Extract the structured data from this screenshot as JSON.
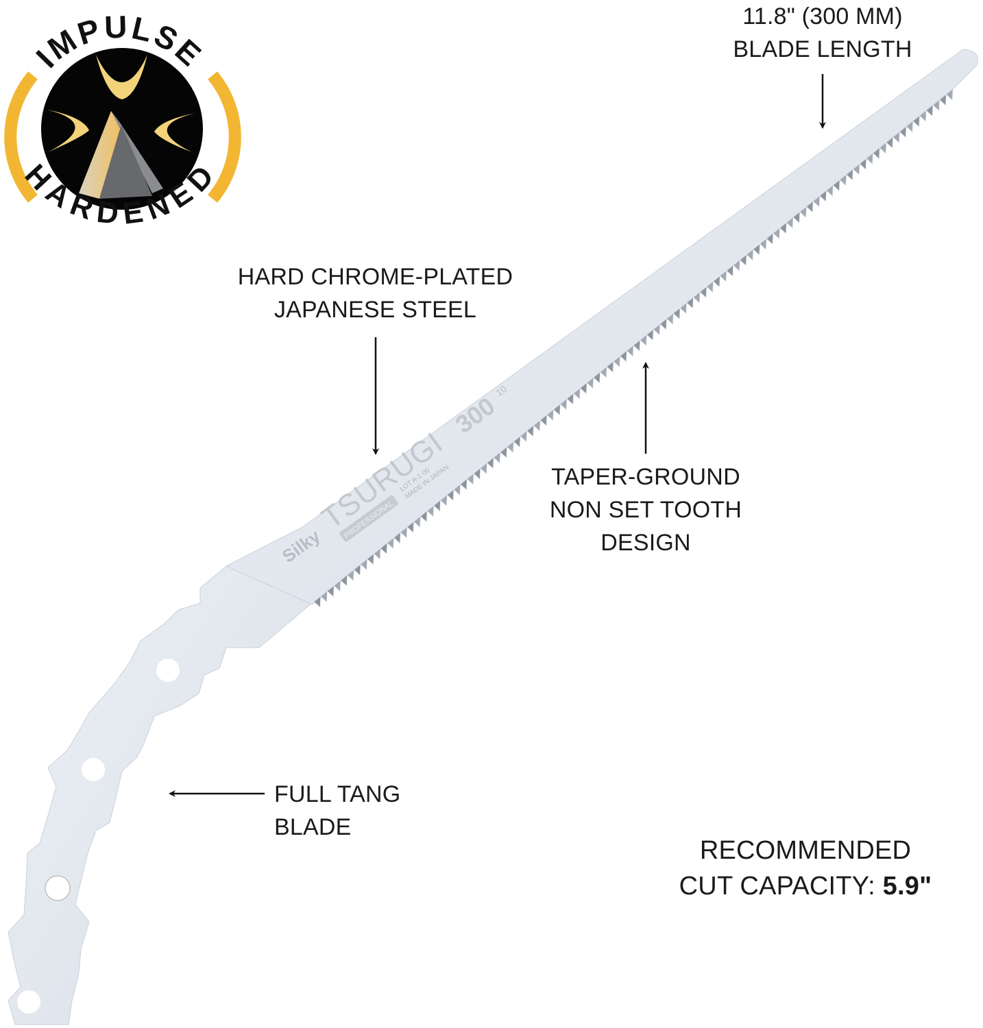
{
  "badge": {
    "top_text": "IMPULSE",
    "bottom_text": "HARDENED"
  },
  "blade_markings": {
    "brand": "Silky",
    "model": "TSURUGI",
    "size": "300",
    "teeth_code": "10",
    "line": "PROFESSIONAL",
    "lot": "LOT A-1 00",
    "origin": "MADE IN JAPAN"
  },
  "callouts": {
    "blade_length": {
      "line1": "11.8\" (300 MM)",
      "line2": "BLADE LENGTH"
    },
    "steel": {
      "line1": "HARD CHROME-PLATED",
      "line2": "JAPANESE STEEL"
    },
    "teeth": {
      "line1": "TAPER-GROUND",
      "line2": "NON SET TOOTH",
      "line3": "DESIGN"
    },
    "tang": {
      "line1": "FULL TANG",
      "line2": "BLADE"
    },
    "capacity": {
      "line1": "RECOMMENDED",
      "line2_prefix": "CUT CAPACITY: ",
      "line2_value": "5.9\""
    }
  },
  "colors": {
    "badge_gold": "#f2b632",
    "blade": "#dfe5ee",
    "teeth": "#9aa0a8",
    "text": "#1a1a1a"
  }
}
